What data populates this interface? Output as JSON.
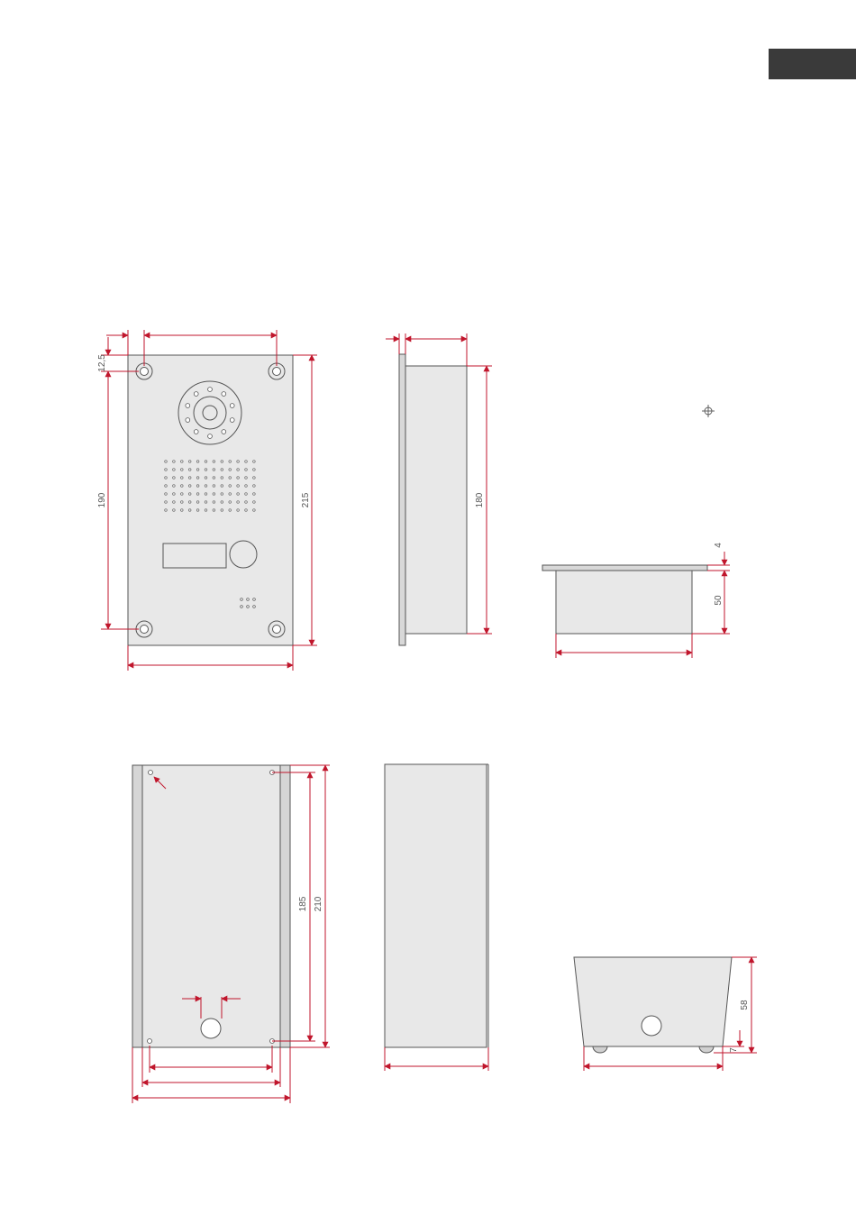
{
  "colors": {
    "dimension": "#c0162c",
    "panel_fill": "#e8e8e8",
    "panel_stroke": "#555555",
    "tab": "#3a3a3a"
  },
  "dimensions": {
    "front_top_margin": "12,5",
    "front_hole_spacing": "190",
    "front_height": "215",
    "side_body_height": "180",
    "top_plate_thickness": "4",
    "top_body_depth": "50",
    "rear_hole_spacing": "185",
    "rear_height": "210",
    "box_side_depth": "58",
    "box_foot_height": "7"
  }
}
